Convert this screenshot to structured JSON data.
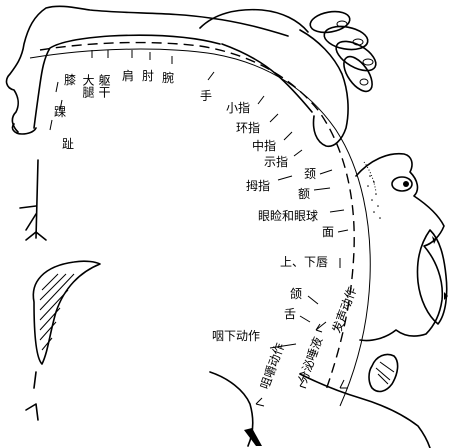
{
  "labels": {
    "toe": "趾",
    "ankle": "踝",
    "knee": "膝",
    "hip": "大腿",
    "trunk": "躯干",
    "shoulder": "肩",
    "elbow": "肘",
    "wrist": "腕",
    "hand": "手",
    "little_finger": "小指",
    "ring_finger": "环指",
    "middle_finger": "中指",
    "index_finger": "示指",
    "thumb": "拇指",
    "neck": "颈",
    "brow": "额",
    "eyelid_eyeball": "眼睑和眼球",
    "face": "面",
    "lips": "上、下唇",
    "jaw": "颌",
    "tongue": "舌",
    "swallowing": "咽下动作",
    "vocalization": "发声动作",
    "salivation": "分泌唾液",
    "mastication": "咀嚼动作"
  }
}
